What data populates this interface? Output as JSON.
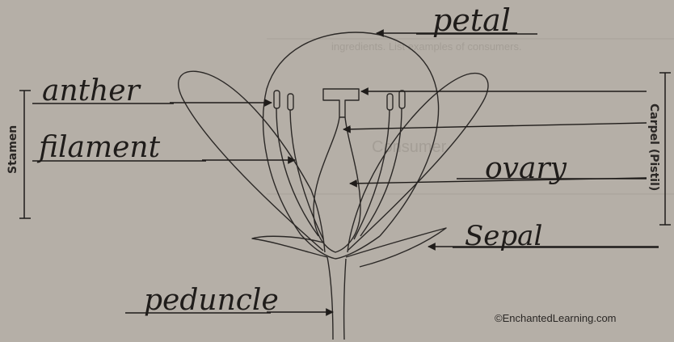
{
  "labels": {
    "petal": "petal",
    "anther": "anther",
    "filament": "filament",
    "ovary": "ovary",
    "sepal": "Sepal",
    "peduncle": "peduncle"
  },
  "groups": {
    "stamen": "Stamen",
    "carpel": "Carpel (Pistil)"
  },
  "credit": "©EnchantedLearning.com",
  "colors": {
    "paper": "#b9b3ab",
    "ink": "#1f1c1a",
    "line": "#2b2826"
  },
  "bleed_through": {
    "line1": "Consumer",
    "line2": "ingredients. List examples of consumers."
  }
}
